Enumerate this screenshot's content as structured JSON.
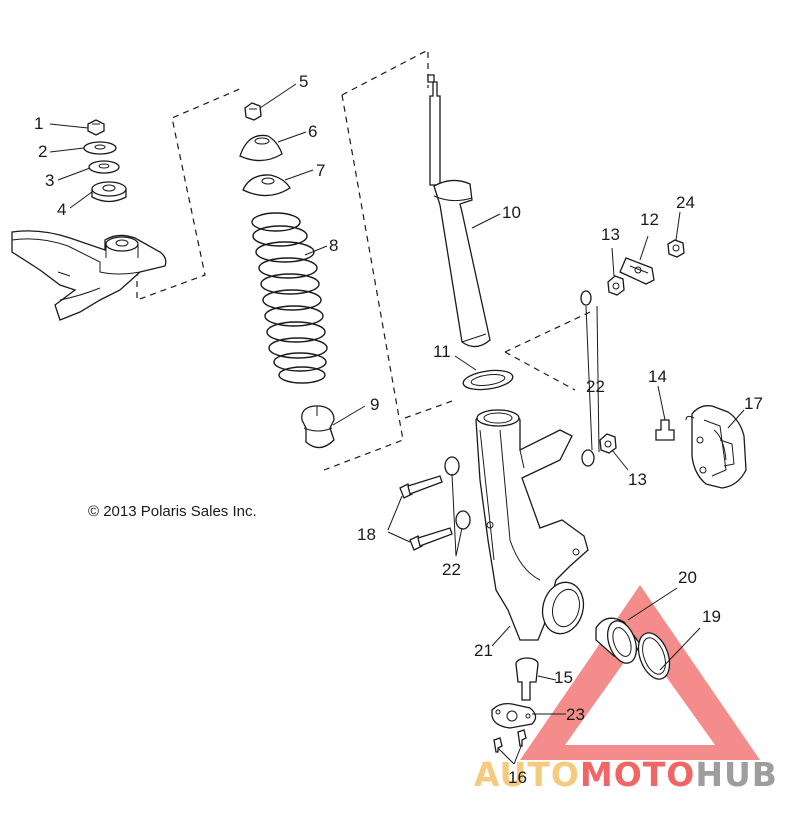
{
  "copyright": "© 2013 Polaris Sales Inc.",
  "callouts": [
    {
      "id": "c1",
      "text": "1"
    },
    {
      "id": "c2",
      "text": "2"
    },
    {
      "id": "c3",
      "text": "3"
    },
    {
      "id": "c4",
      "text": "4"
    },
    {
      "id": "c5",
      "text": "5"
    },
    {
      "id": "c6",
      "text": "6"
    },
    {
      "id": "c7",
      "text": "7"
    },
    {
      "id": "c8",
      "text": "8"
    },
    {
      "id": "c9",
      "text": "9"
    },
    {
      "id": "c10",
      "text": "10"
    },
    {
      "id": "c11",
      "text": "11"
    },
    {
      "id": "c12",
      "text": "12"
    },
    {
      "id": "c13a",
      "text": "13"
    },
    {
      "id": "c13b",
      "text": "13"
    },
    {
      "id": "c14",
      "text": "14"
    },
    {
      "id": "c15",
      "text": "15"
    },
    {
      "id": "c16",
      "text": "16"
    },
    {
      "id": "c17",
      "text": "17"
    },
    {
      "id": "c18",
      "text": "18"
    },
    {
      "id": "c19",
      "text": "19"
    },
    {
      "id": "c20",
      "text": "20"
    },
    {
      "id": "c21",
      "text": "21"
    },
    {
      "id": "c22a",
      "text": "22"
    },
    {
      "id": "c22b",
      "text": "22"
    },
    {
      "id": "c23",
      "text": "23"
    },
    {
      "id": "c24",
      "text": "24"
    }
  ],
  "watermark": {
    "part1": "AUTO",
    "part2": "MOTO",
    "part3": "HUB",
    "colors": {
      "light": "#f5c26b",
      "red": "#ef4b4b",
      "gray": "#8c8c8c"
    }
  }
}
